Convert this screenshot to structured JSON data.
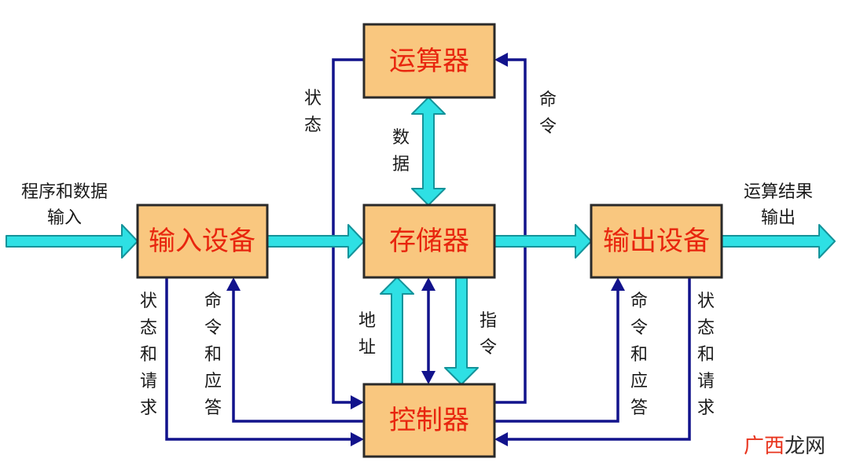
{
  "boxes": {
    "alu": "运算器",
    "memory": "存储器",
    "input": "输入设备",
    "output": "输出设备",
    "control": "控制器"
  },
  "labels": {
    "program_input_line1": "程序和数据",
    "program_input_line2": "输入",
    "result_output_line1": "运算结果",
    "result_output_line2": "输出",
    "status_top": [
      "状",
      "态"
    ],
    "data": [
      "数",
      "据"
    ],
    "command_top": [
      "命",
      "令"
    ],
    "address": [
      "地",
      "址"
    ],
    "instruction": [
      "指",
      "令"
    ],
    "status_request_left": [
      "状",
      "态",
      "和",
      "请",
      "求"
    ],
    "command_response_left": [
      "命",
      "令",
      "和",
      "应",
      "答"
    ],
    "command_response_right": [
      "命",
      "令",
      "和",
      "应",
      "答"
    ],
    "status_request_right": [
      "状",
      "态",
      "和",
      "请",
      "求"
    ]
  },
  "watermark": {
    "part1": "广西",
    "part2": "龙网"
  },
  "colors": {
    "box_fill": "#F9C77F",
    "box_text": "#E8250E",
    "data_flow": "#2EE0E4",
    "control_flow": "#12138C"
  }
}
